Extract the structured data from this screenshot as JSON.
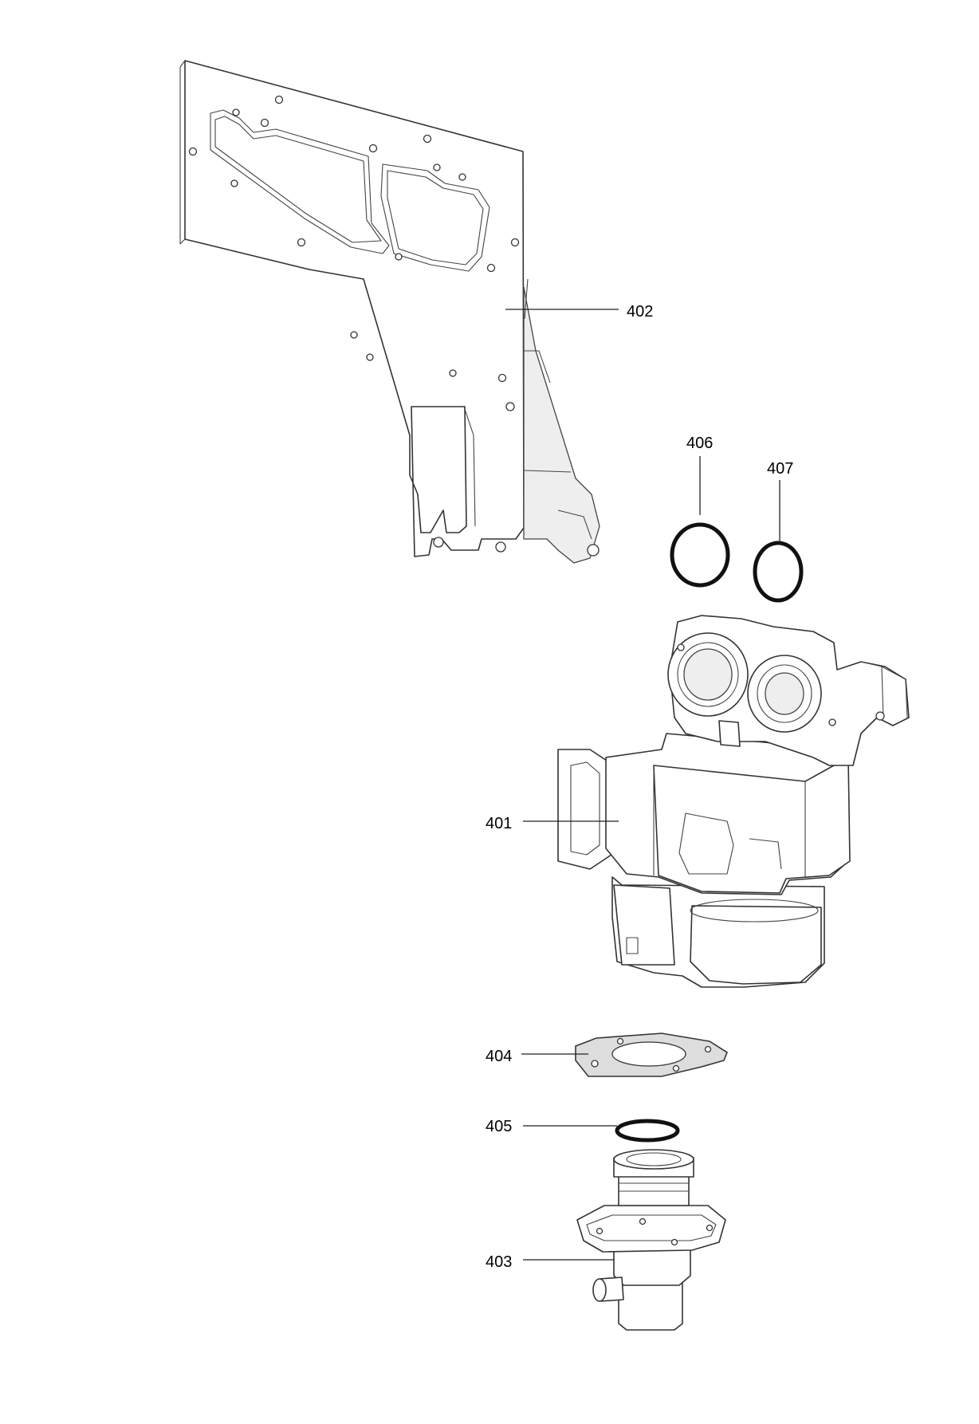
{
  "callouts": [
    {
      "id": "402",
      "label": "402"
    },
    {
      "id": "406",
      "label": "406"
    },
    {
      "id": "407",
      "label": "407"
    },
    {
      "id": "401",
      "label": "401"
    },
    {
      "id": "404",
      "label": "404"
    },
    {
      "id": "405",
      "label": "405"
    },
    {
      "id": "403",
      "label": "403"
    }
  ]
}
